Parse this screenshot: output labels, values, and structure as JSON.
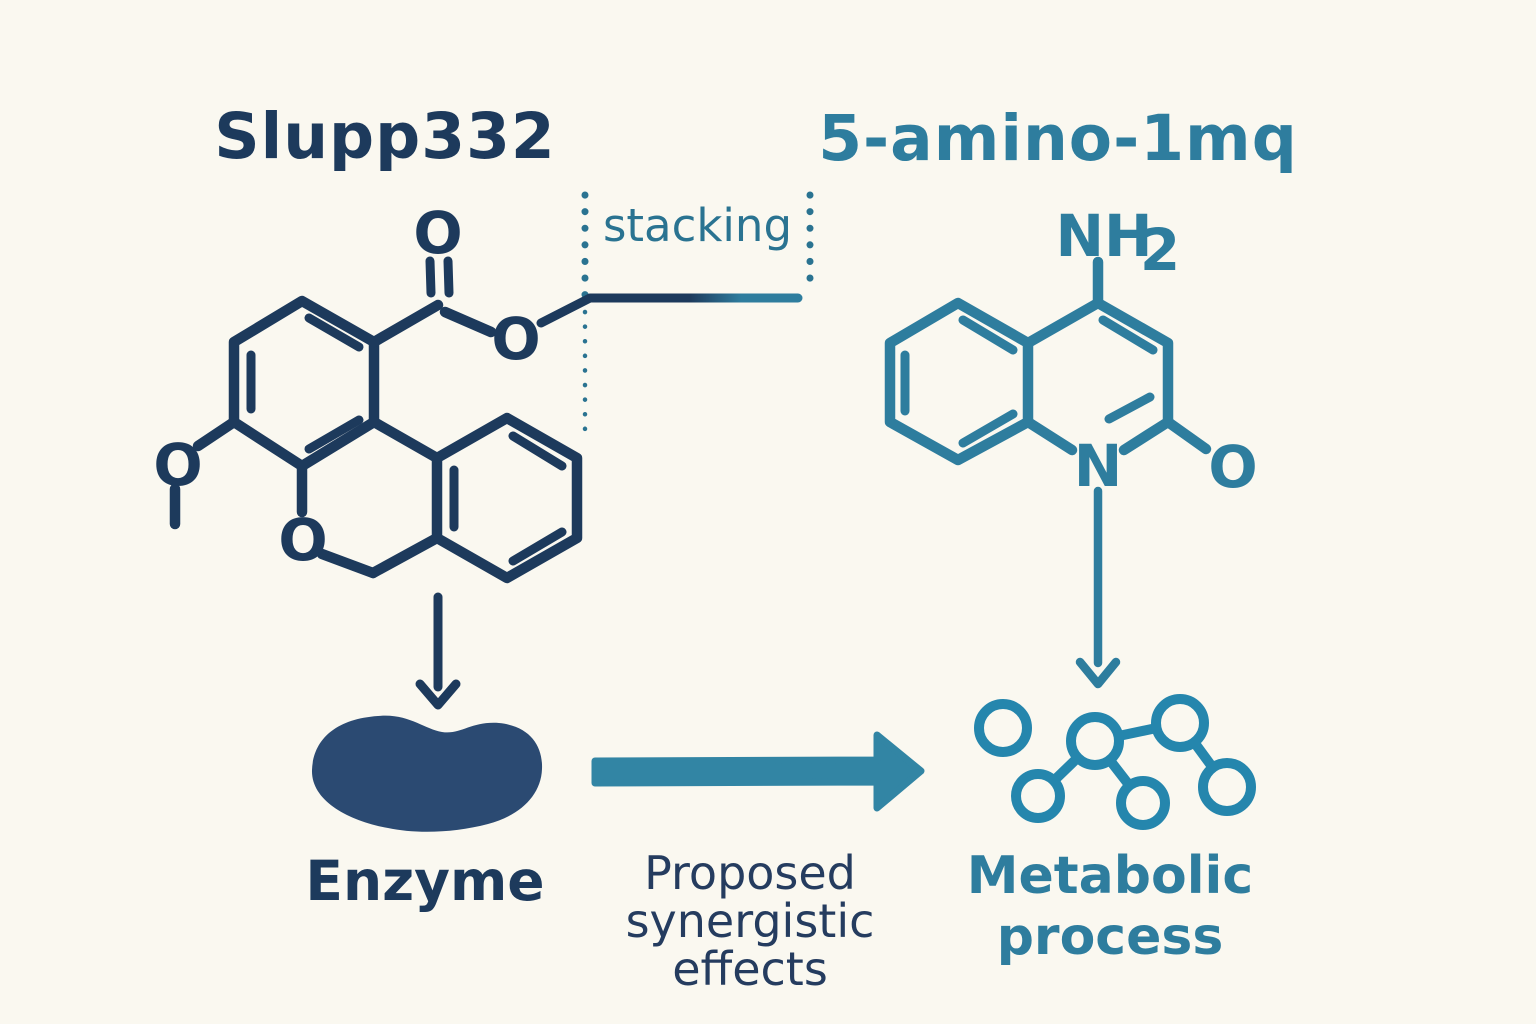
{
  "colors": {
    "background": "#faf8f0",
    "navy": "#1d3a5c",
    "blob_navy": "#2b4a72",
    "teal": "#2e7d9e",
    "bright_teal": "#2586ad",
    "arrow_teal": "#3285a4",
    "stacking_teal": "#2a7391",
    "caption_navy": "#253c5f"
  },
  "left_panel": {
    "title": "Slupp332",
    "enzyme_label": "Enzyme",
    "atoms": {
      "carbonyl_o": "O",
      "ester_o": "O",
      "methoxy_o": "O",
      "pyran_o": "O"
    }
  },
  "center_panel": {
    "stacking_label": "stacking",
    "caption_line1": "Proposed",
    "caption_line2": "synergistic",
    "caption_line3": "effects"
  },
  "right_panel": {
    "title": "5-amino-1mq",
    "metabolic_line1": "Metabolic",
    "metabolic_line2": "process",
    "atoms": {
      "amine": "NH",
      "amine_subscript": "2",
      "ring_n": "N",
      "keto_o": "O"
    }
  }
}
